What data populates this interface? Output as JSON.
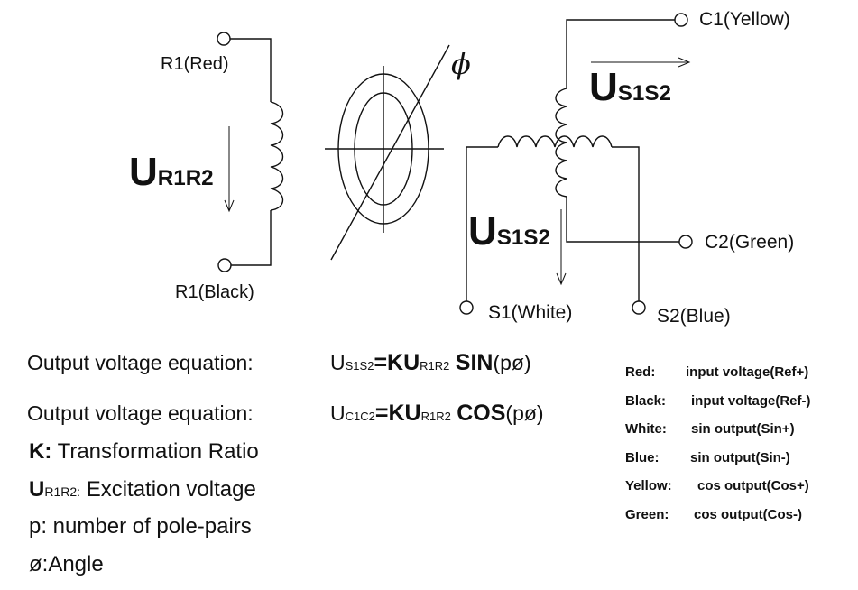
{
  "diagram": {
    "terminals": {
      "r1_top": "R1(Red)",
      "r1_bottom": "R1(Black)",
      "c1": "C1(Yellow)",
      "c2": "C2(Green)",
      "s1": "S1(White)",
      "s2": "S2(Blue)"
    },
    "phi_symbol": "ϕ",
    "u_r1r2": {
      "main": "U",
      "sub": "R1R2"
    },
    "u_s1s2_top": {
      "main": "U",
      "sub": "S1S2"
    },
    "u_s1s2_mid": {
      "main": "U",
      "sub": "S1S2"
    }
  },
  "equations": [
    {
      "label": "Output voltage equation:",
      "u": "U",
      "u_sub": "S1S2",
      "mid": "=KU",
      "mid_sub": "R1R2",
      "fn": "SIN",
      "arg": "(pø)"
    },
    {
      "label": "Output voltage equation:",
      "u": "U",
      "u_sub": "C1C2",
      "mid": "=KU",
      "mid_sub": "R1R2",
      "fn": "COS",
      "arg": "(pø)"
    }
  ],
  "notes": {
    "k": {
      "key": "K:",
      "text": " Transformation Ratio"
    },
    "u": {
      "main": "U",
      "sub": "R1R2:",
      "text": " Excitation voltage"
    },
    "p": "p: number of pole-pairs",
    "angle": "ø:Angle"
  },
  "legend": [
    {
      "key": "Red:",
      "value": "input voltage(Ref+)"
    },
    {
      "key": "Black:",
      "value": "input voltage(Ref-)"
    },
    {
      "key": "White:",
      "value": "sin output(Sin+)"
    },
    {
      "key": "Blue:",
      "value": "sin output(Sin-)"
    },
    {
      "key": "Yellow:",
      "value": "cos output(Cos+)"
    },
    {
      "key": "Green:",
      "value": "cos output(Cos-)"
    }
  ]
}
